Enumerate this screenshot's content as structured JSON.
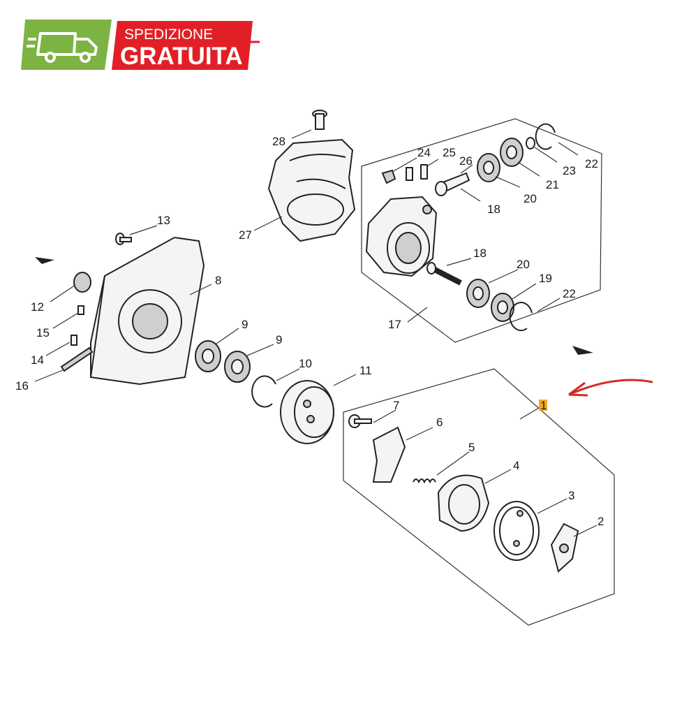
{
  "badge": {
    "line1": "SPEDIZIONE",
    "line2": "GRATUITA",
    "green": "#7cb342",
    "red": "#e21f26",
    "truck_icon": "truck-icon"
  },
  "diagram": {
    "callouts": [
      {
        "id": "p1",
        "text": "1"
      },
      {
        "id": "p2",
        "text": "2"
      },
      {
        "id": "p3",
        "text": "3"
      },
      {
        "id": "p4",
        "text": "4"
      },
      {
        "id": "p5",
        "text": "5"
      },
      {
        "id": "p6",
        "text": "6"
      },
      {
        "id": "p7",
        "text": "7"
      },
      {
        "id": "p8",
        "text": "8"
      },
      {
        "id": "p9a",
        "text": "9"
      },
      {
        "id": "p9b",
        "text": "9"
      },
      {
        "id": "p10",
        "text": "10"
      },
      {
        "id": "p11",
        "text": "11"
      },
      {
        "id": "p12",
        "text": "12"
      },
      {
        "id": "p13",
        "text": "13"
      },
      {
        "id": "p14",
        "text": "14"
      },
      {
        "id": "p15",
        "text": "15"
      },
      {
        "id": "p16",
        "text": "16"
      },
      {
        "id": "p17",
        "text": "17"
      },
      {
        "id": "p18a",
        "text": "18"
      },
      {
        "id": "p18b",
        "text": "18"
      },
      {
        "id": "p19",
        "text": "19"
      },
      {
        "id": "p20a",
        "text": "20"
      },
      {
        "id": "p20b",
        "text": "20"
      },
      {
        "id": "p21",
        "text": "21"
      },
      {
        "id": "p22a",
        "text": "22"
      },
      {
        "id": "p22b",
        "text": "22"
      },
      {
        "id": "p23",
        "text": "23"
      },
      {
        "id": "p24",
        "text": "24"
      },
      {
        "id": "p25",
        "text": "25"
      },
      {
        "id": "p26",
        "text": "26"
      },
      {
        "id": "p27",
        "text": "27"
      },
      {
        "id": "p28",
        "text": "28"
      }
    ],
    "highlight_color": "#f5a623",
    "arrow_color": "#d62828"
  }
}
